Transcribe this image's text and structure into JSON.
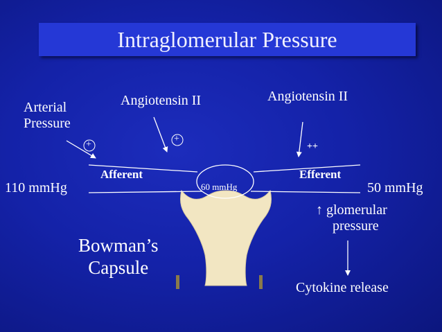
{
  "slide": {
    "title": "Intraglomerular Pressure",
    "colors": {
      "background": "#1422a8",
      "title_bar": "#2538d6",
      "text": "#ffffff",
      "capsule": "#f2e6c2",
      "posts": "#8a7a4a"
    }
  },
  "labels": {
    "arterial_pressure": [
      "Arterial",
      "Pressure"
    ],
    "angiotensin_afferent": "Angiotensin  II",
    "angiotensin_efferent": "Angiotensin II",
    "sign_arterial": "+",
    "sign_angiotensin_afferent": "+",
    "sign_angiotensin_efferent": "++",
    "afferent": "Afferent",
    "efferent": "Efferent",
    "inlet_pressure": "110 mmHg",
    "glomerular_pressure": "60 mmHg",
    "outlet_pressure": "50 mmHg",
    "glomerular_effect": [
      "↑ glomerular",
      "pressure"
    ],
    "bowmans_capsule": [
      "Bowman’s",
      "Capsule"
    ],
    "cytokine_release": "Cytokine release"
  },
  "icons": {
    "up_arrow": "up-arrow-icon",
    "flow_arrows": "arrow-icon"
  }
}
